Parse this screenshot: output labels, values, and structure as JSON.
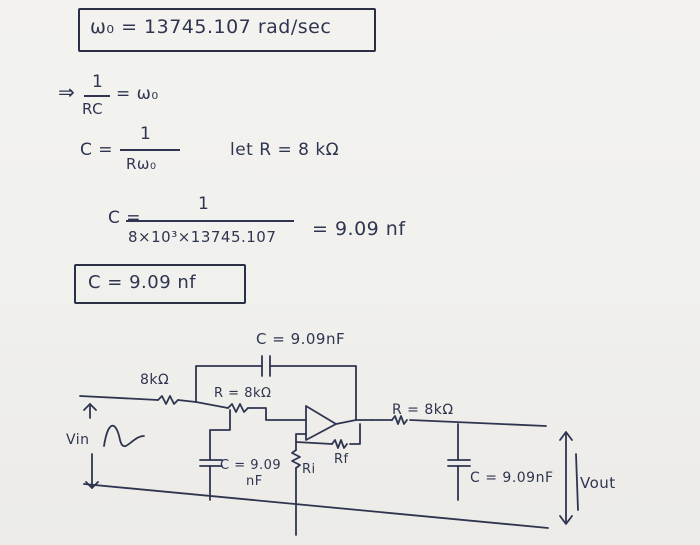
{
  "derivation": {
    "omega_result": "ω₀ = 13745.107 rad/sec",
    "arrow": "⇒",
    "eq1_lhs_num": "1",
    "eq1_lhs_den": "RC",
    "eq1_rhs": "= ω₀",
    "eq2_lhs": "C =",
    "eq2_num": "1",
    "eq2_den": "Rω₀",
    "let_r": "let R = 8 kΩ",
    "eq3_lhs": "C =",
    "eq3_num": "1",
    "eq3_den": "8×10³×13745.107",
    "eq3_rhs": "= 9.09 nf",
    "final_result": "C = 9.09 nf"
  },
  "circuit": {
    "cap_top_label": "C = 9.09nF",
    "r_input_label": "8kΩ",
    "r_mid_label": "R = 8kΩ",
    "c_ground_label_1": "C = 9.09",
    "c_ground_label_2": "nF",
    "ri_label": "Ri",
    "rf_label": "Rf",
    "r_out_label": "R = 8kΩ",
    "c_out_label": "C = 9.09nF",
    "vin_label": "Vin",
    "vout_label": "Vout"
  }
}
